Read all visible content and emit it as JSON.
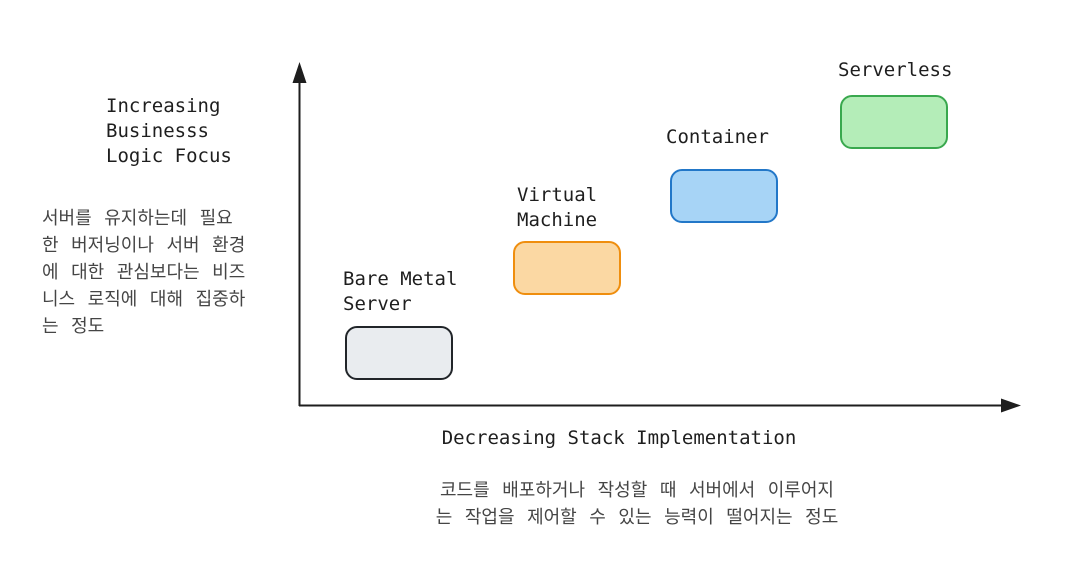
{
  "diagram": {
    "background": "#ffffff",
    "axes": {
      "color": "#1e1e1e",
      "y": {
        "label": "Increasing\nBusinesss\nLogic Focus",
        "note": "서버를 유지하는데 필요\n한 버저닝이나 서버 환경\n에 대한 관심보다는 비즈\n니스 로직에 대해 집중하\n는 정도"
      },
      "x": {
        "label": "Decreasing Stack Implementation",
        "note": "코드를 배포하거나 작성할 때 서버에서 이루어지\n는 작업을 제어할 수 있는 능력이 떨어지는 정도"
      }
    },
    "stages": [
      {
        "id": "bare-metal-server",
        "label": "Bare Metal\nServer",
        "fill": "#e9ecef",
        "stroke": "#212529"
      },
      {
        "id": "virtual-machine",
        "label": "Virtual\nMachine",
        "fill": "#fbd8a3",
        "stroke": "#ef8e0e"
      },
      {
        "id": "container",
        "label": "Container",
        "fill": "#a7d4f6",
        "stroke": "#2277c8"
      },
      {
        "id": "serverless",
        "label": "Serverless",
        "fill": "#b4edb8",
        "stroke": "#39a84e"
      }
    ]
  }
}
